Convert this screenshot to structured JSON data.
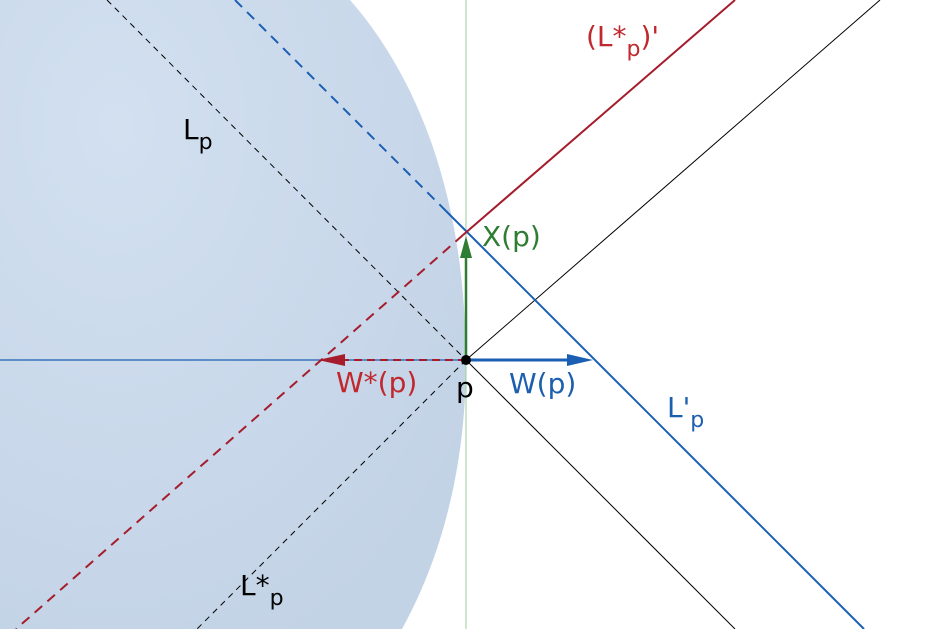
{
  "labels": {
    "L_p": {
      "main": "L",
      "sub": "p"
    },
    "L_star_p_prime": {
      "open": "(L*",
      "sub": "p",
      "close": ")'"
    },
    "X_p": "X(p)",
    "W_star_p": "W*(p)",
    "p": "p",
    "W_p": "W(p)",
    "L_prime_p": {
      "main": "L'",
      "sub": "p"
    },
    "L_star_p": {
      "main": "L*",
      "sub": "p"
    }
  },
  "colors": {
    "region_fill": "#c3d4e8",
    "blue": "#1a5fb4",
    "red": "#a51d2d",
    "green": "#2e7d32",
    "green_light": "#a5d6a7",
    "black": "#000000",
    "text_blue": "#1c5fae",
    "text_red": "#c0282d",
    "text_green": "#2e7d32"
  }
}
